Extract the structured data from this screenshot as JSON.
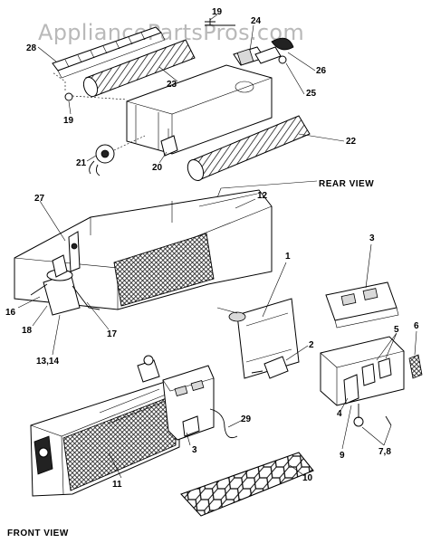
{
  "watermark": "AppliancePartsPros.com",
  "views": {
    "rear": "REAR  VIEW",
    "front": "FRONT  VIEW"
  },
  "callouts": {
    "c1": "1",
    "c2": "2",
    "c3a": "3",
    "c3b": "3",
    "c4": "4",
    "c5": "5",
    "c6": "6",
    "c78": "7,8",
    "c9": "9",
    "c10": "10",
    "c11": "11",
    "c12": "12",
    "c1314": "13,14",
    "c16": "16",
    "c17": "17",
    "c18": "18",
    "c19a": "19",
    "c19b": "19",
    "c20": "20",
    "c21": "21",
    "c22": "22",
    "c23": "23",
    "c24": "24",
    "c25": "25",
    "c26": "26",
    "c27": "27",
    "c28": "28",
    "c29": "29"
  }
}
